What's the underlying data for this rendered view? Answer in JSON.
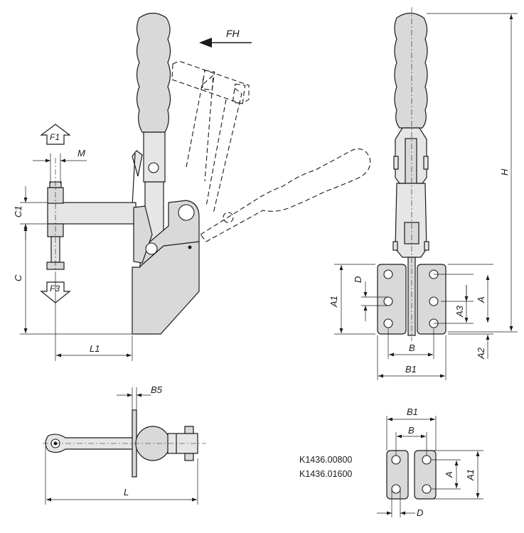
{
  "labels": {
    "fh": "FH",
    "f1": "F1",
    "f3": "F3",
    "m": "M",
    "c1": "C1",
    "c": "C",
    "l1": "L1",
    "h": "H",
    "a1": "A1",
    "d": "D",
    "a": "A",
    "a3": "A3",
    "a2": "A2",
    "b": "B",
    "b1": "B1",
    "b5": "B5",
    "l": "L"
  },
  "models": [
    "K1436.00800",
    "K1436.01600"
  ]
}
